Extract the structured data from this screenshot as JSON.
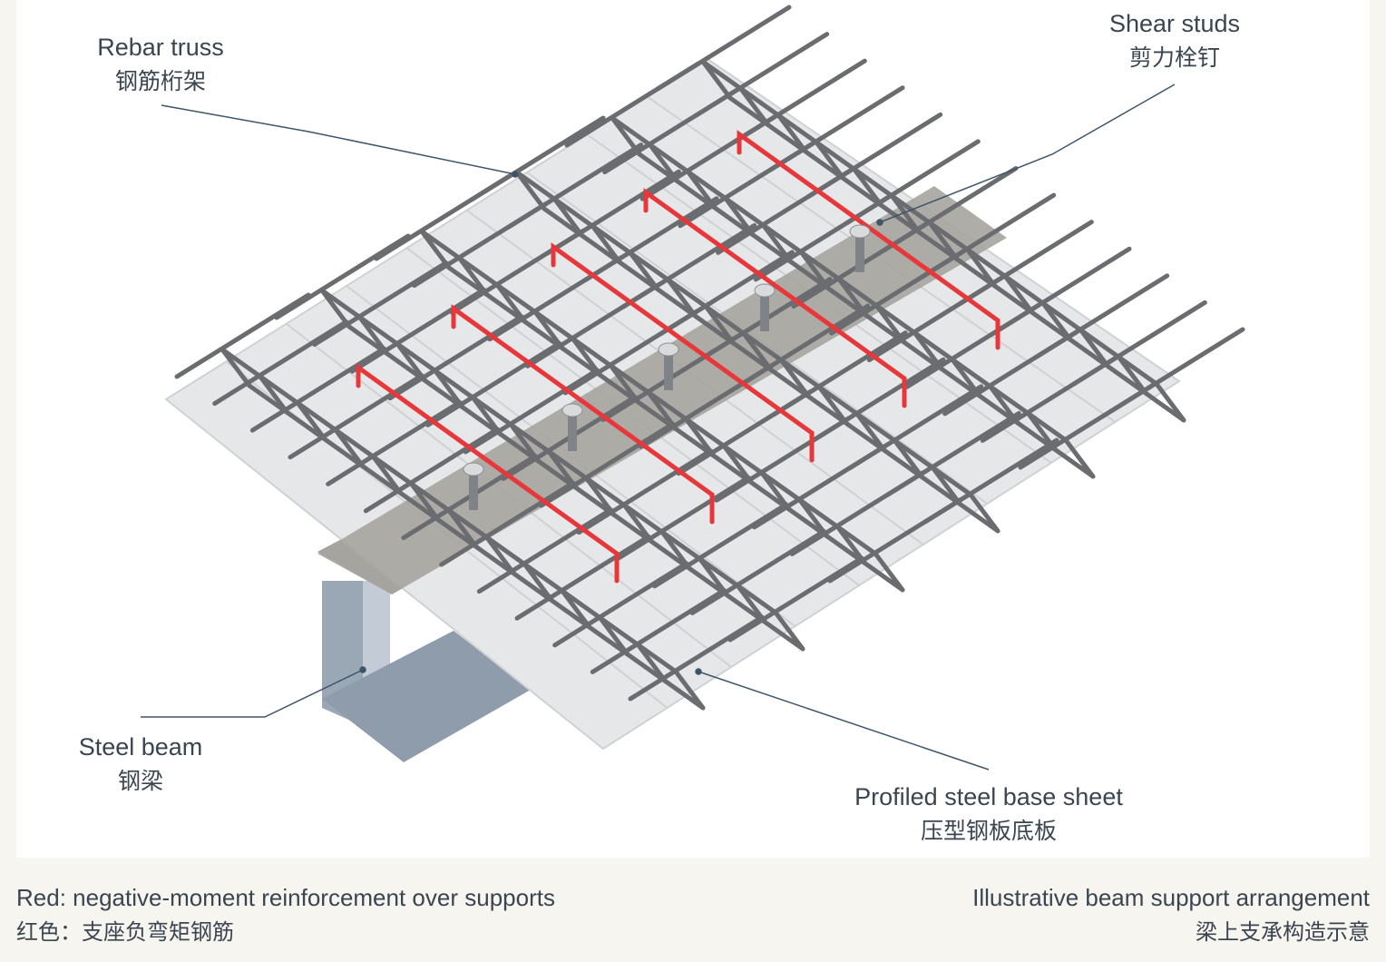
{
  "labels": {
    "rebar_truss": {
      "en": "Rebar truss",
      "zh": "钢筋桁架"
    },
    "shear_studs": {
      "en": "Shear studs",
      "zh": "剪力栓钉"
    },
    "steel_beam": {
      "en": "Steel beam",
      "zh": "钢梁"
    },
    "base_sheet": {
      "en": "Profiled steel base sheet",
      "zh": "压型钢板底板"
    }
  },
  "footer": {
    "left_en": "Red: negative-moment reinforcement over supports",
    "left_zh": "红色：支座负弯矩钢筋",
    "right_en": "Illustrative beam support arrangement",
    "right_zh": "梁上支承构造示意"
  },
  "colors": {
    "background": "#f7f5f0",
    "panel": "#ffffff",
    "rebar_red": "#e8373a",
    "truss_steel": "#6a6c70",
    "deck": "#e6e7e9",
    "beam": "#a7b3c0",
    "leader_line": "#3e5568"
  }
}
